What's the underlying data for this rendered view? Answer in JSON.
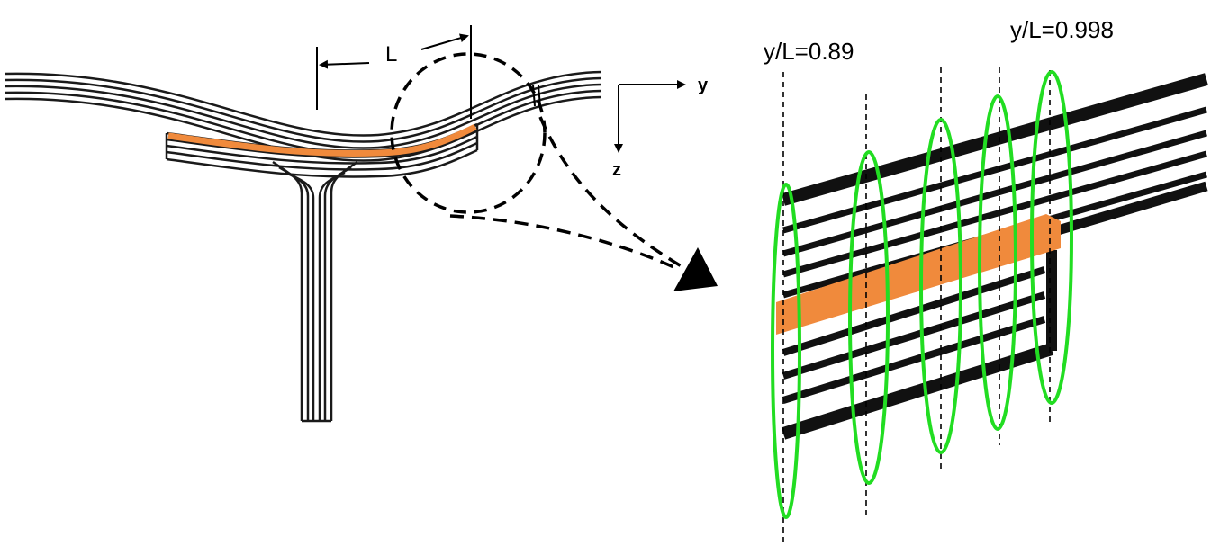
{
  "labels": {
    "length": "L",
    "axis_y": "y",
    "axis_z": "z",
    "ratio_start": "y/L=0.89",
    "ratio_end": "y/L=0.998"
  },
  "colors": {
    "ply_line": "#1a1a1a",
    "highlight_ply": "#f08a3c",
    "section_ellipse": "#22dd22",
    "background": "#ffffff"
  },
  "zoom_view": {
    "section_count": 5
  }
}
